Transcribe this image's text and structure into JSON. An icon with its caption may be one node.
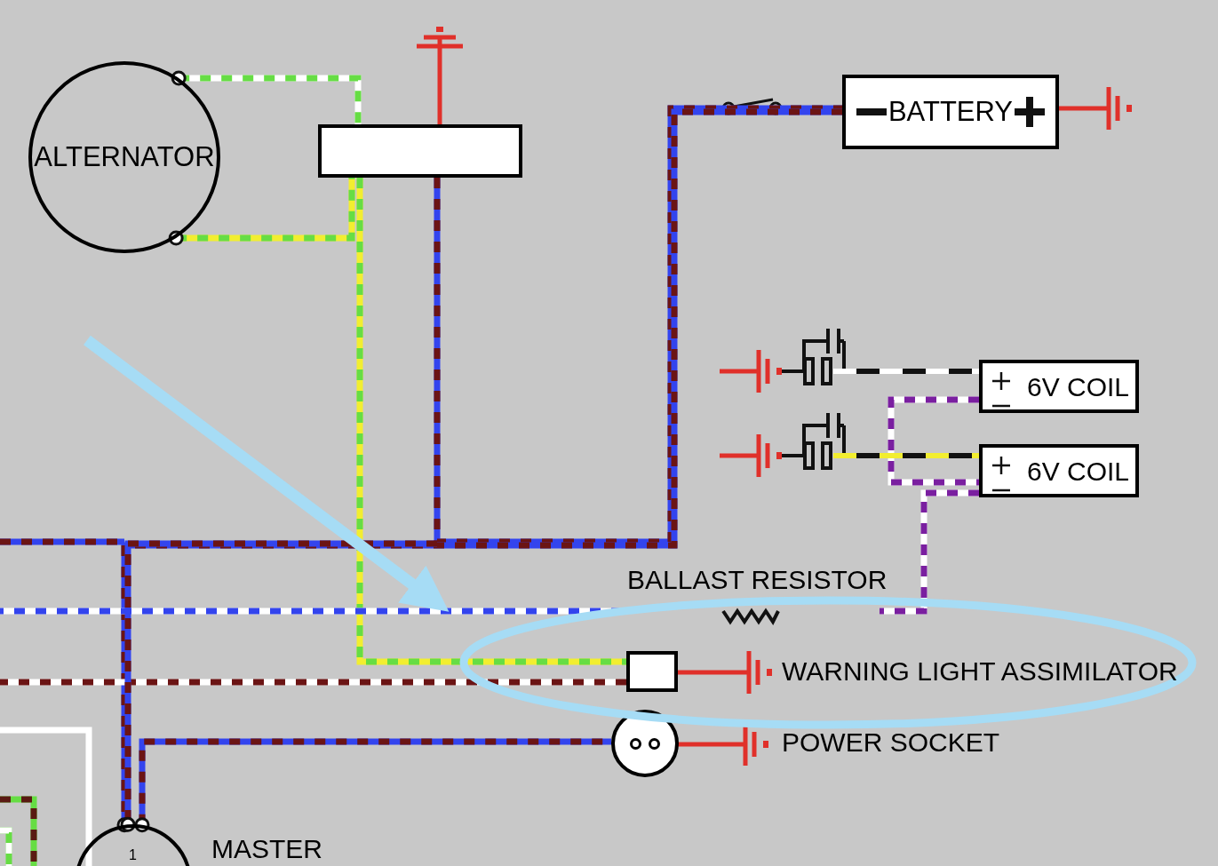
{
  "diagram": {
    "nodes": [
      {
        "text": [
          "ALTERNATOR"
        ]
      },
      {
        "text": [],
        "shape": "box"
      },
      {
        "text": [
          "BATTERY"
        ]
      },
      {
        "text": [
          "6V COIL"
        ]
      },
      {
        "text": [
          "6V COIL"
        ]
      },
      {
        "text": [
          "BALLAST RESISTOR"
        ]
      },
      {
        "text": [],
        "shape": "box"
      },
      {
        "text": [],
        "shape": "circle",
        "beside": [
          "POWER SOCKET"
        ]
      },
      {
        "text": [],
        "shape": "circle",
        "beside": [
          "MASTER"
        ]
      }
    ],
    "edges": [
      {
        "from": 0,
        "to": 1,
        "arrow": "none",
        "style": "dashed",
        "color": "#66dd44"
      },
      {
        "from": 0,
        "to": 1,
        "arrow": "none",
        "style": "dashed",
        "color": "#66dd44"
      },
      {
        "from": 1,
        "to": 6,
        "arrow": "none",
        "style": "dashed",
        "color": "#66dd44"
      },
      {
        "from": 1,
        "to": 2,
        "arrow": "none",
        "style": "dashed",
        "color": "#6b1414"
      },
      {
        "from": 2,
        "to": 8,
        "arrow": "none",
        "style": "dashed",
        "color": "#6b1414"
      },
      {
        "from": 8,
        "to": 7,
        "arrow": "none",
        "style": "dashed",
        "color": "#6b1414"
      },
      {
        "from": 3,
        "to": 4,
        "arrow": "none",
        "style": "dashed",
        "color": "#7a1fa0"
      },
      {
        "from": 4,
        "to": 5,
        "arrow": "none",
        "style": "dashed",
        "color": "#7a1fa0"
      },
      {
        "from": 5,
        "to": null,
        "arrow": "none",
        "style": "dashed",
        "color": "#3344ee"
      },
      {
        "from": 6,
        "to": null,
        "arrow": "none",
        "style": "dashed",
        "color": "#6b1414"
      },
      {
        "from": 1,
        "to": 8,
        "arrow": "none",
        "style": "dashed",
        "color": "#6b1414"
      }
    ],
    "labels": [
      "WARNING LIGHT ASSIMILATOR",
      "1"
    ]
  }
}
